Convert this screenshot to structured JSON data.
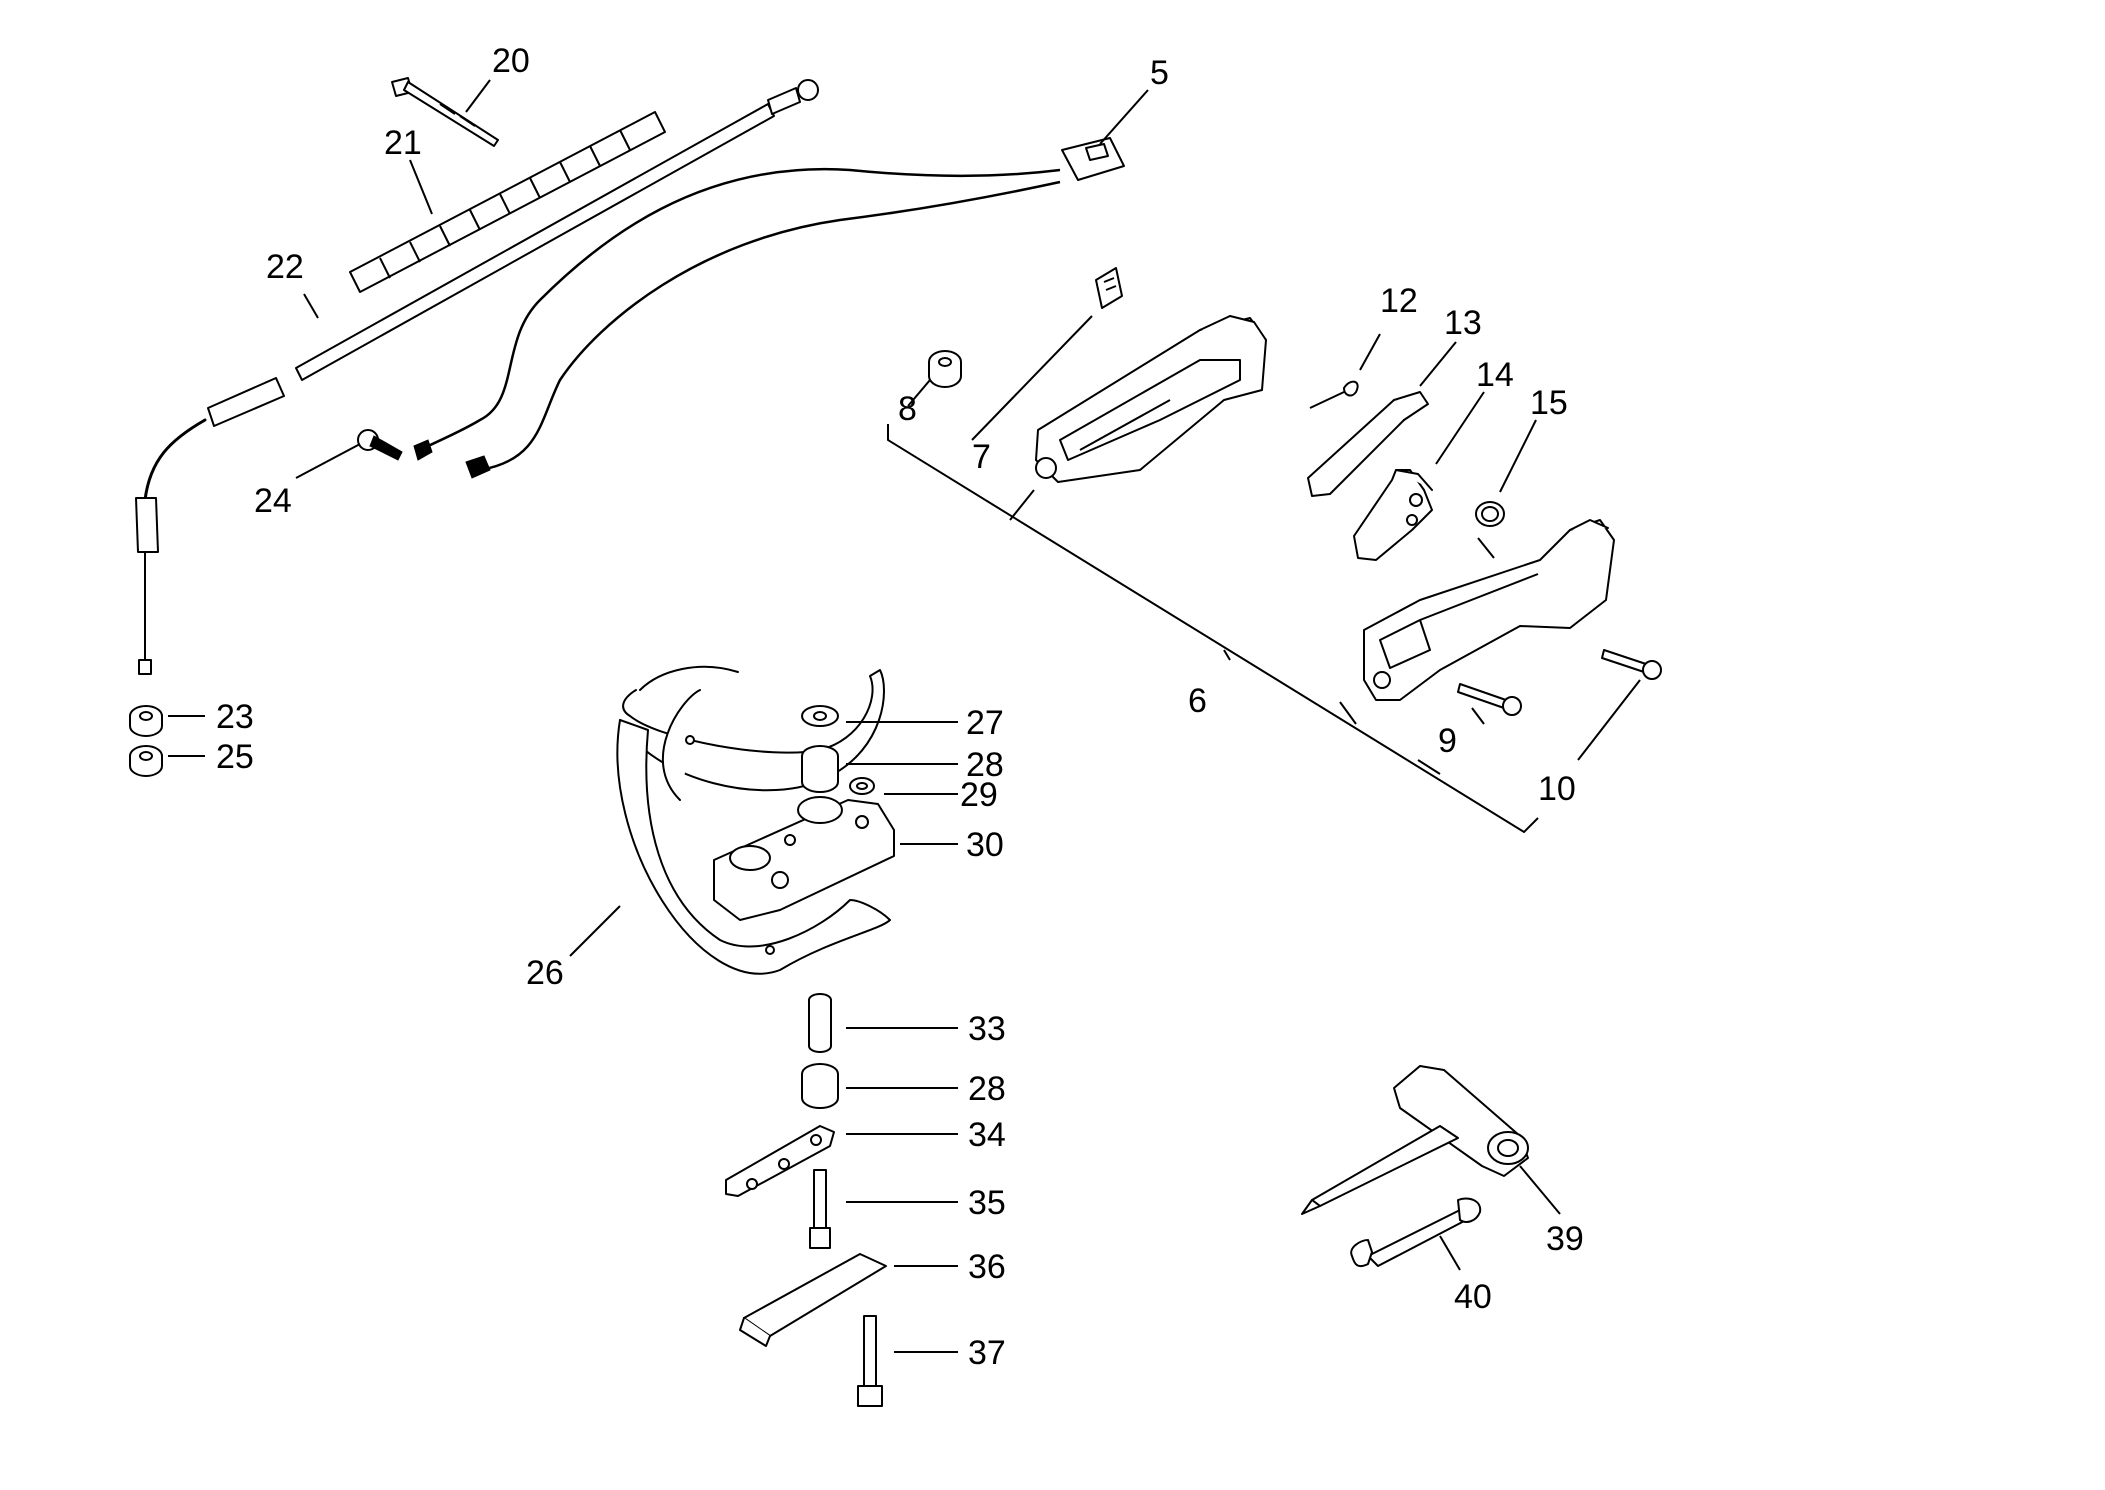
{
  "callouts": {
    "c5": "5",
    "c6": "6",
    "c7": "7",
    "c8": "8",
    "c9": "9",
    "c10": "10",
    "c12": "12",
    "c13": "13",
    "c14": "14",
    "c15": "15",
    "c20": "20",
    "c21": "21",
    "c22": "22",
    "c23": "23",
    "c24": "24",
    "c25": "25",
    "c26": "26",
    "c27": "27",
    "c28a": "28",
    "c29": "29",
    "c30": "30",
    "c33": "33",
    "c28b": "28",
    "c34": "34",
    "c35": "35",
    "c36": "36",
    "c37": "37",
    "c39": "39",
    "c40": "40"
  },
  "colors": {
    "line": "#000000",
    "background": "#ffffff",
    "fill": "#ffffff"
  }
}
